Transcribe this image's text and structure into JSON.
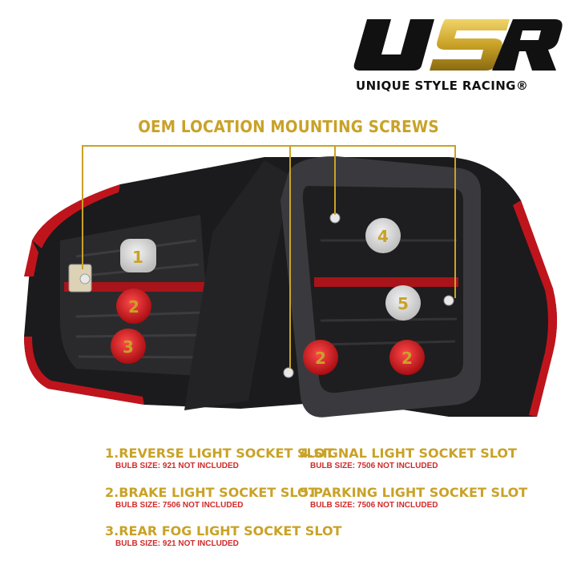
{
  "brand": {
    "logo_name": "usr-logo",
    "tagline": "UNIQUE STYLE RACING®"
  },
  "callout": {
    "title": "OEM LOCATION MOUNTING SCREWS"
  },
  "slot_markers": [
    "1",
    "2",
    "3",
    "4",
    "5",
    "2",
    "2"
  ],
  "legend": [
    {
      "label": "1.REVERSE LIGHT SOCKET SLOT",
      "bulb": "BULB SIZE: 921 NOT INCLUDED"
    },
    {
      "label": "2.BRAKE LIGHT SOCKET SLOT",
      "bulb": "BULB SIZE: 7506 NOT INCLUDED"
    },
    {
      "label": "3.REAR FOG LIGHT SOCKET SLOT",
      "bulb": "BULB SIZE: 921 NOT INCLUDED"
    },
    {
      "label": "4.SIGNAL LIGHT SOCKET SLOT",
      "bulb": "BULB SIZE: 7506 NOT INCLUDED"
    },
    {
      "label": "5.PARKING LIGHT SOCKET SLOT",
      "bulb": "BULB SIZE: 7506 NOT INCLUDED"
    }
  ],
  "colors": {
    "gold": "#c9a227",
    "red_text": "#d12a2a",
    "housing": "#1b1b1d",
    "lens_red": "#c0141c"
  }
}
